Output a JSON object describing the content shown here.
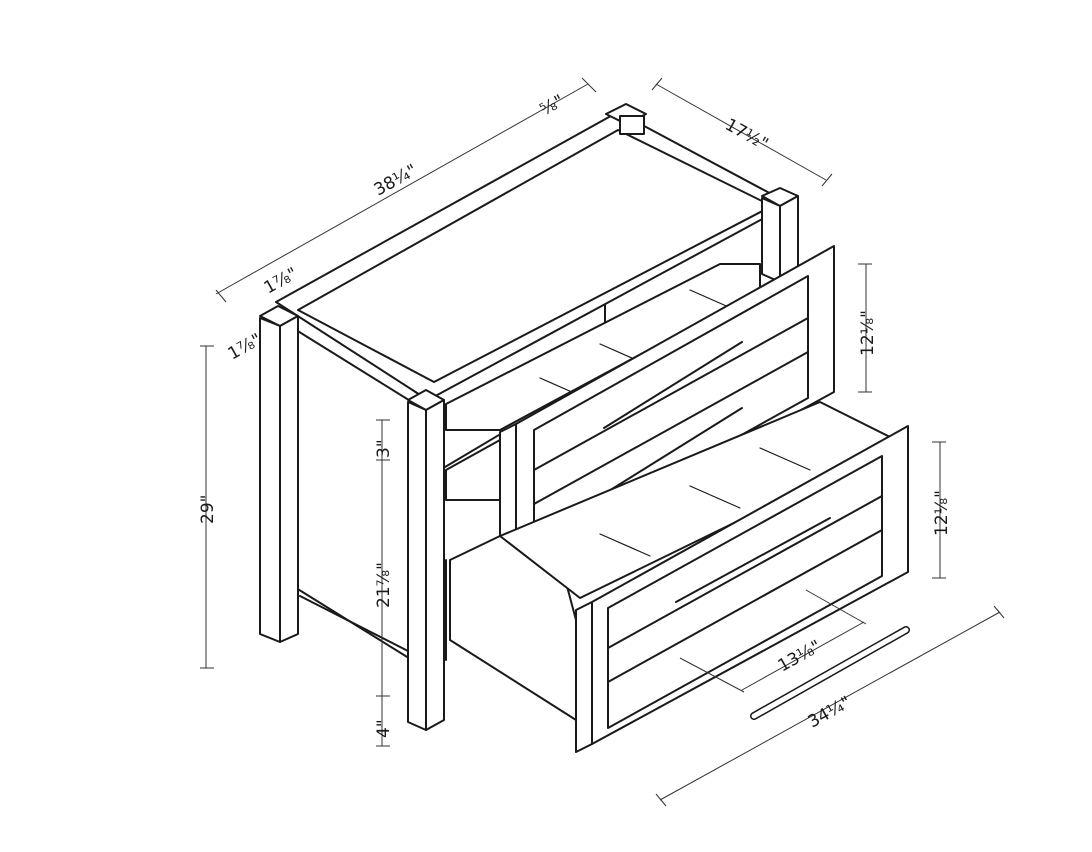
{
  "dimensions": {
    "overall_width": "38¼\"",
    "top_offset": "⅝\"",
    "overall_depth": "17½\"",
    "leg_width": "1⅞\"",
    "leg_depth": "1⅞\"",
    "overall_height": "29\"",
    "top_apron": "3\"",
    "leg_height_inner": "21⅞\"",
    "toe_height": "4\"",
    "upper_drawer_height": "12⅛\"",
    "lower_drawer_height": "12⅛\"",
    "drawer_box_depth": "13⅛\"",
    "drawer_front_width": "34¼\""
  }
}
